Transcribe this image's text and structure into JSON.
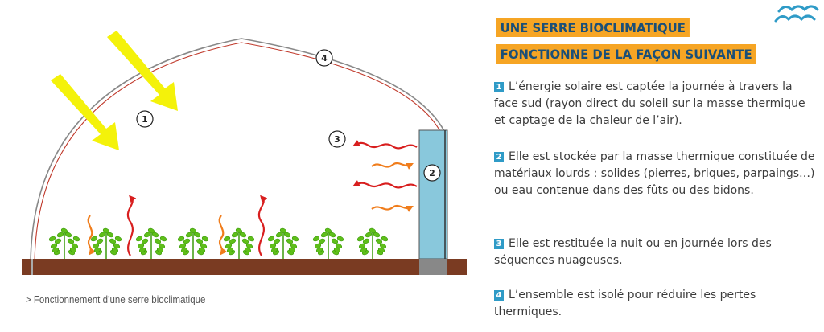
{
  "diagram": {
    "labels": [
      "1",
      "2",
      "3",
      "4"
    ],
    "colors": {
      "sun": "#f4f20a",
      "ground": "#7a3b22",
      "wall": "#89c8dc",
      "red_arrow": "#d81e1e",
      "orange_arrow": "#f07d1c",
      "plant": "#5fbf1a"
    }
  },
  "caption": "> Fonctionnement d’une serre bioclimatique",
  "title": {
    "line1": "UNE SERRE BIOCLIMATIQUE",
    "line2": "FONCTIONNE DE LA FAÇON SUIVANTE"
  },
  "logo_icon": "waves-icon",
  "steps": [
    {
      "num": "1",
      "text": "L’énergie solaire est captée la journée à travers la face sud (rayon direct du soleil sur la masse thermique et captage de la chaleur de l’air)."
    },
    {
      "num": "2",
      "text": "Elle est stockée par la masse thermique constituée de matériaux lourds : solides (pierres, briques, parpaings…) ou eau contenue dans des fûts ou des bidons."
    },
    {
      "num": "3",
      "text": "Elle est restituée la nuit ou en journée lors des séquences nuageuses."
    },
    {
      "num": "4",
      "text": "L’ensemble est isolé pour réduire les pertes thermiques."
    }
  ]
}
